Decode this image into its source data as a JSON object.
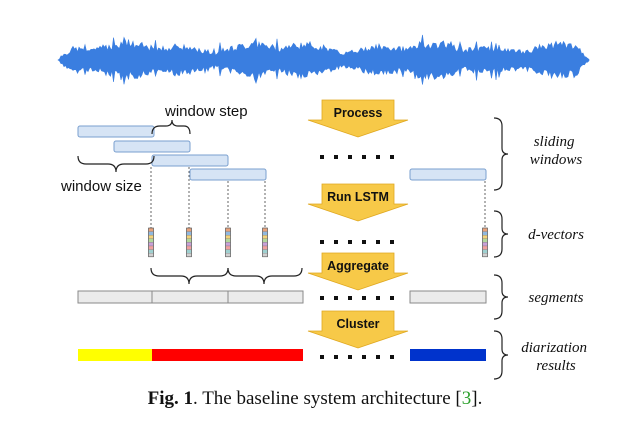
{
  "labels": {
    "window_step": "window step",
    "window_size": "window size"
  },
  "stages": [
    "Process",
    "Run LSTM",
    "Aggregate",
    "Cluster"
  ],
  "rows": [
    "sliding windows",
    "d-vectors",
    "segments",
    "diarization results"
  ],
  "row_lines": {
    "sliding": [
      "sliding",
      "windows"
    ],
    "dvectors": [
      "d-vectors"
    ],
    "segments": [
      "segments"
    ],
    "diarization": [
      "diarization",
      "results"
    ]
  },
  "caption": {
    "fig": "Fig. 1",
    "text": ". The baseline system architecture [",
    "ref": "3",
    "end": "]."
  },
  "colors": {
    "waveform": "#3a7ee0",
    "window_fill": "#d6e4f5",
    "window_stroke": "#7a9fcf",
    "arrow": "#f7c948",
    "arrow_stroke": "#e0a820",
    "segment_fill": "#ebebeb",
    "segment_stroke": "#8a8a8a",
    "result_yellow": "#ffff00",
    "result_red": "#ff0000",
    "result_blue": "#0033cc"
  },
  "dvector_colors": [
    "#e8a37c",
    "#8fb8e0",
    "#f3d27a",
    "#b3d89c",
    "#c9a0d8",
    "#f0a0a0",
    "#9ed0d0",
    "#d0d0d0"
  ]
}
